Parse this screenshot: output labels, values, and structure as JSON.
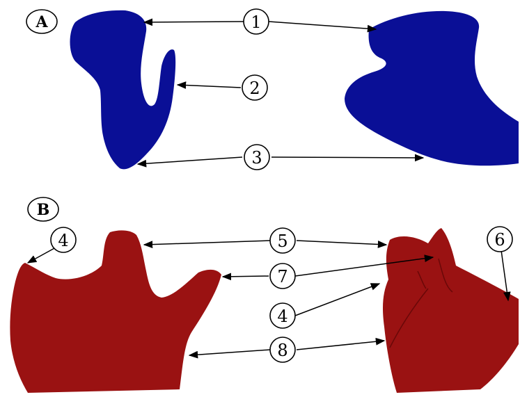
{
  "panels": {
    "a": {
      "label": "A",
      "color": "#0a0f96"
    },
    "b": {
      "label": "B",
      "color": "#9a1212"
    }
  },
  "markers": {
    "m1": "1",
    "m2": "2",
    "m3": "3",
    "m4_left": "4",
    "m5": "5",
    "m6": "6",
    "m7": "7",
    "m4_right": "4",
    "m8": "8"
  }
}
